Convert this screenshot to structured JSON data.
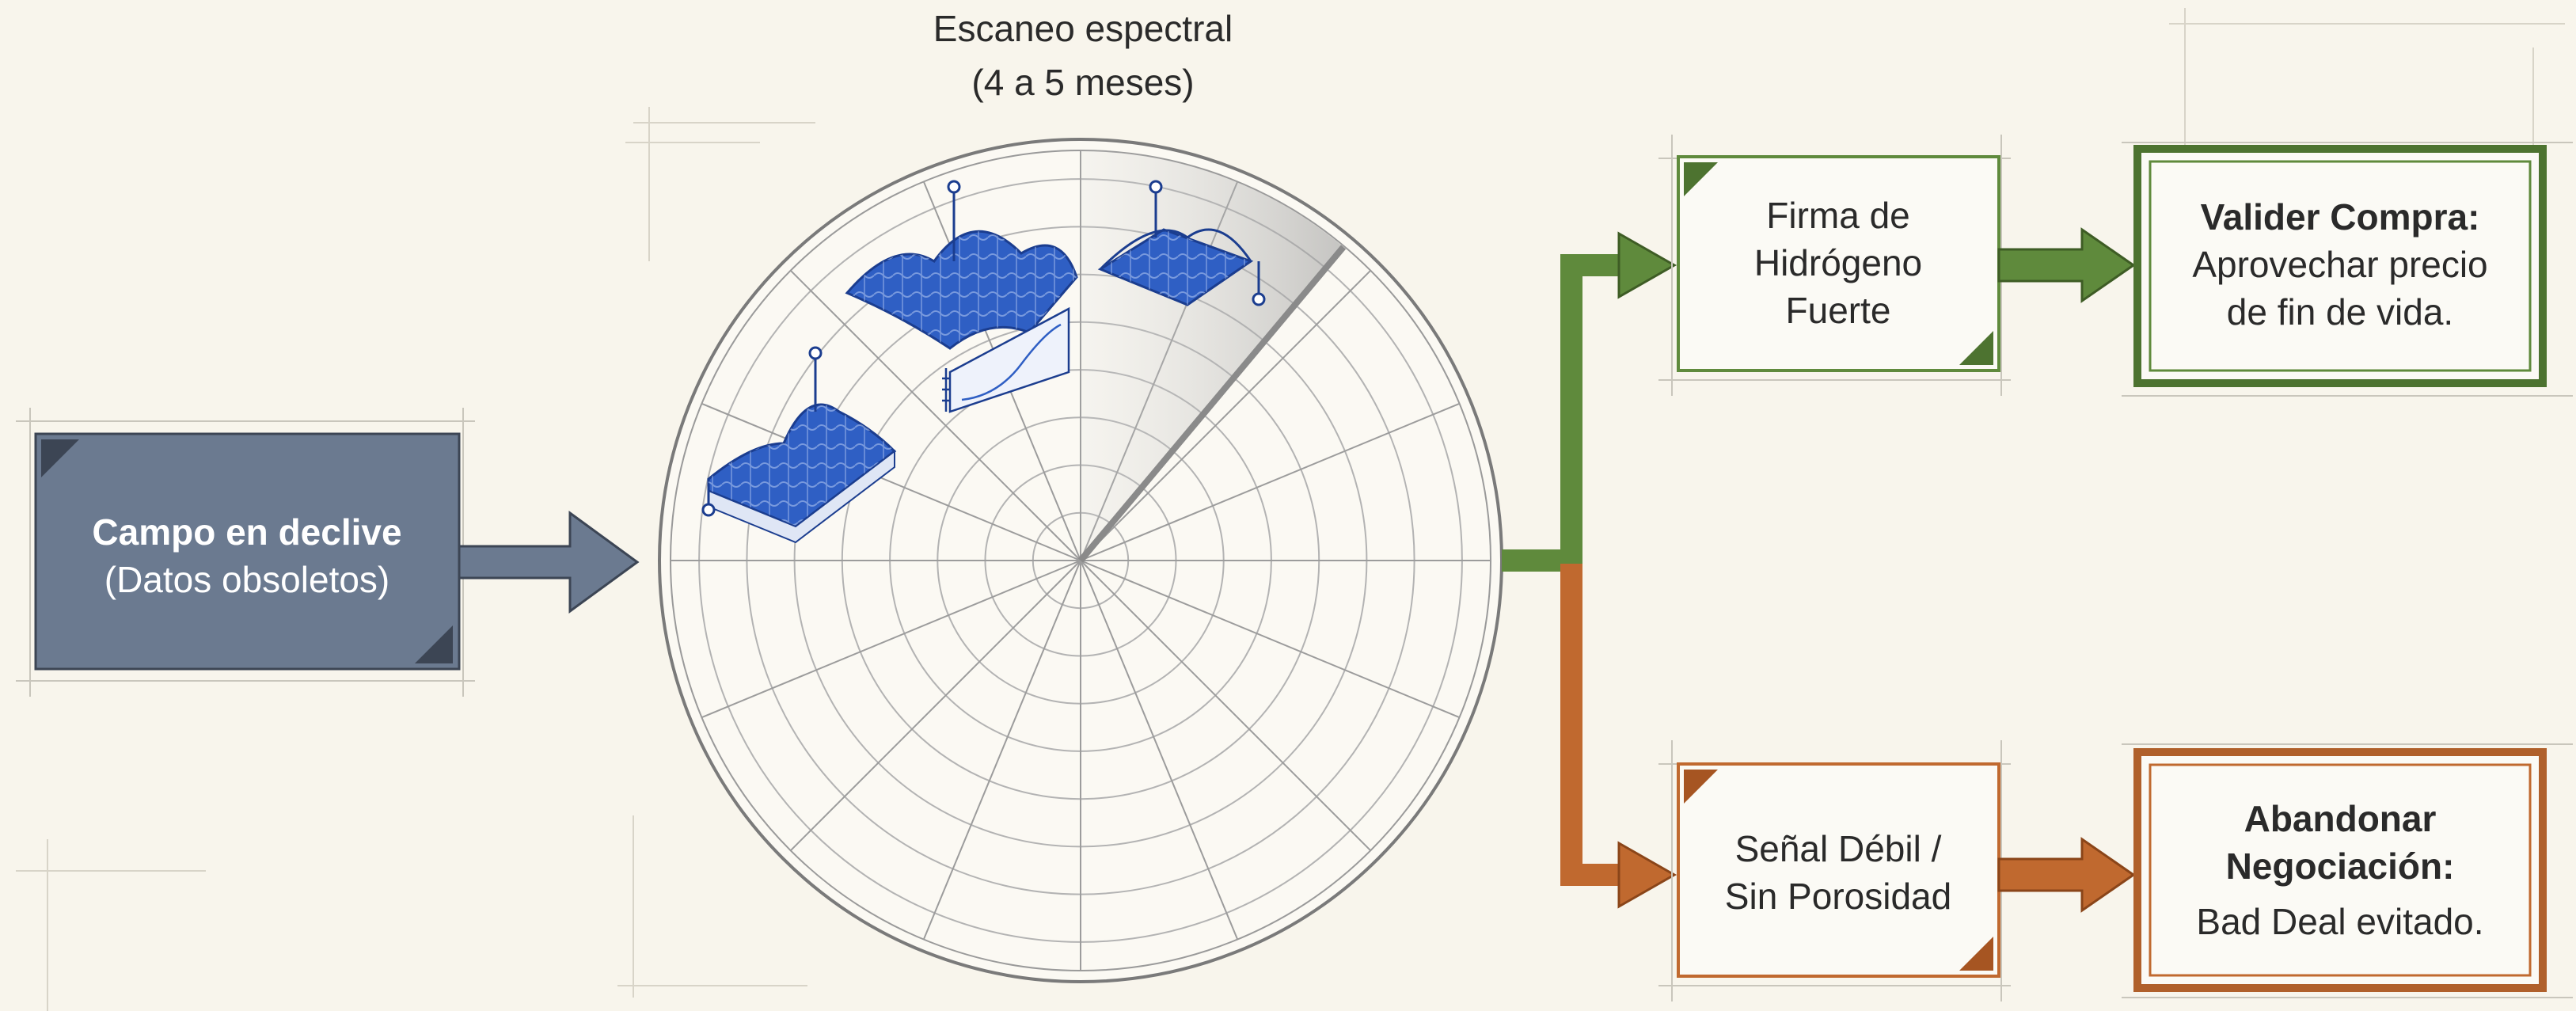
{
  "scan": {
    "title_line1": "Escaneo espectral",
    "title_line2": "(4 a 5 meses)"
  },
  "input_box": {
    "title": "Campo en declive",
    "subtitle": "(Datos obsoletos)"
  },
  "upper_branch": {
    "condition_lines": [
      "Firma de",
      "Hidrógeno",
      "Fuerte"
    ],
    "result_title": "Valider Compra:",
    "result_lines": [
      "Aprovechar precio",
      "de fin de vida."
    ]
  },
  "lower_branch": {
    "condition_lines": [
      "Señal Débil /",
      "Sin Porosidad"
    ],
    "result_title_lines": [
      "Abandonar",
      "Negociación:"
    ],
    "result_lines": [
      "Bad Deal evitado."
    ]
  },
  "colors": {
    "background": "#f8f5ec",
    "input_fill": "#6b7a90",
    "green": "#5f8a3c",
    "orange": "#c0692f",
    "surface_blue": "#2f5fc4",
    "grid_line": "#8a8a8a"
  }
}
